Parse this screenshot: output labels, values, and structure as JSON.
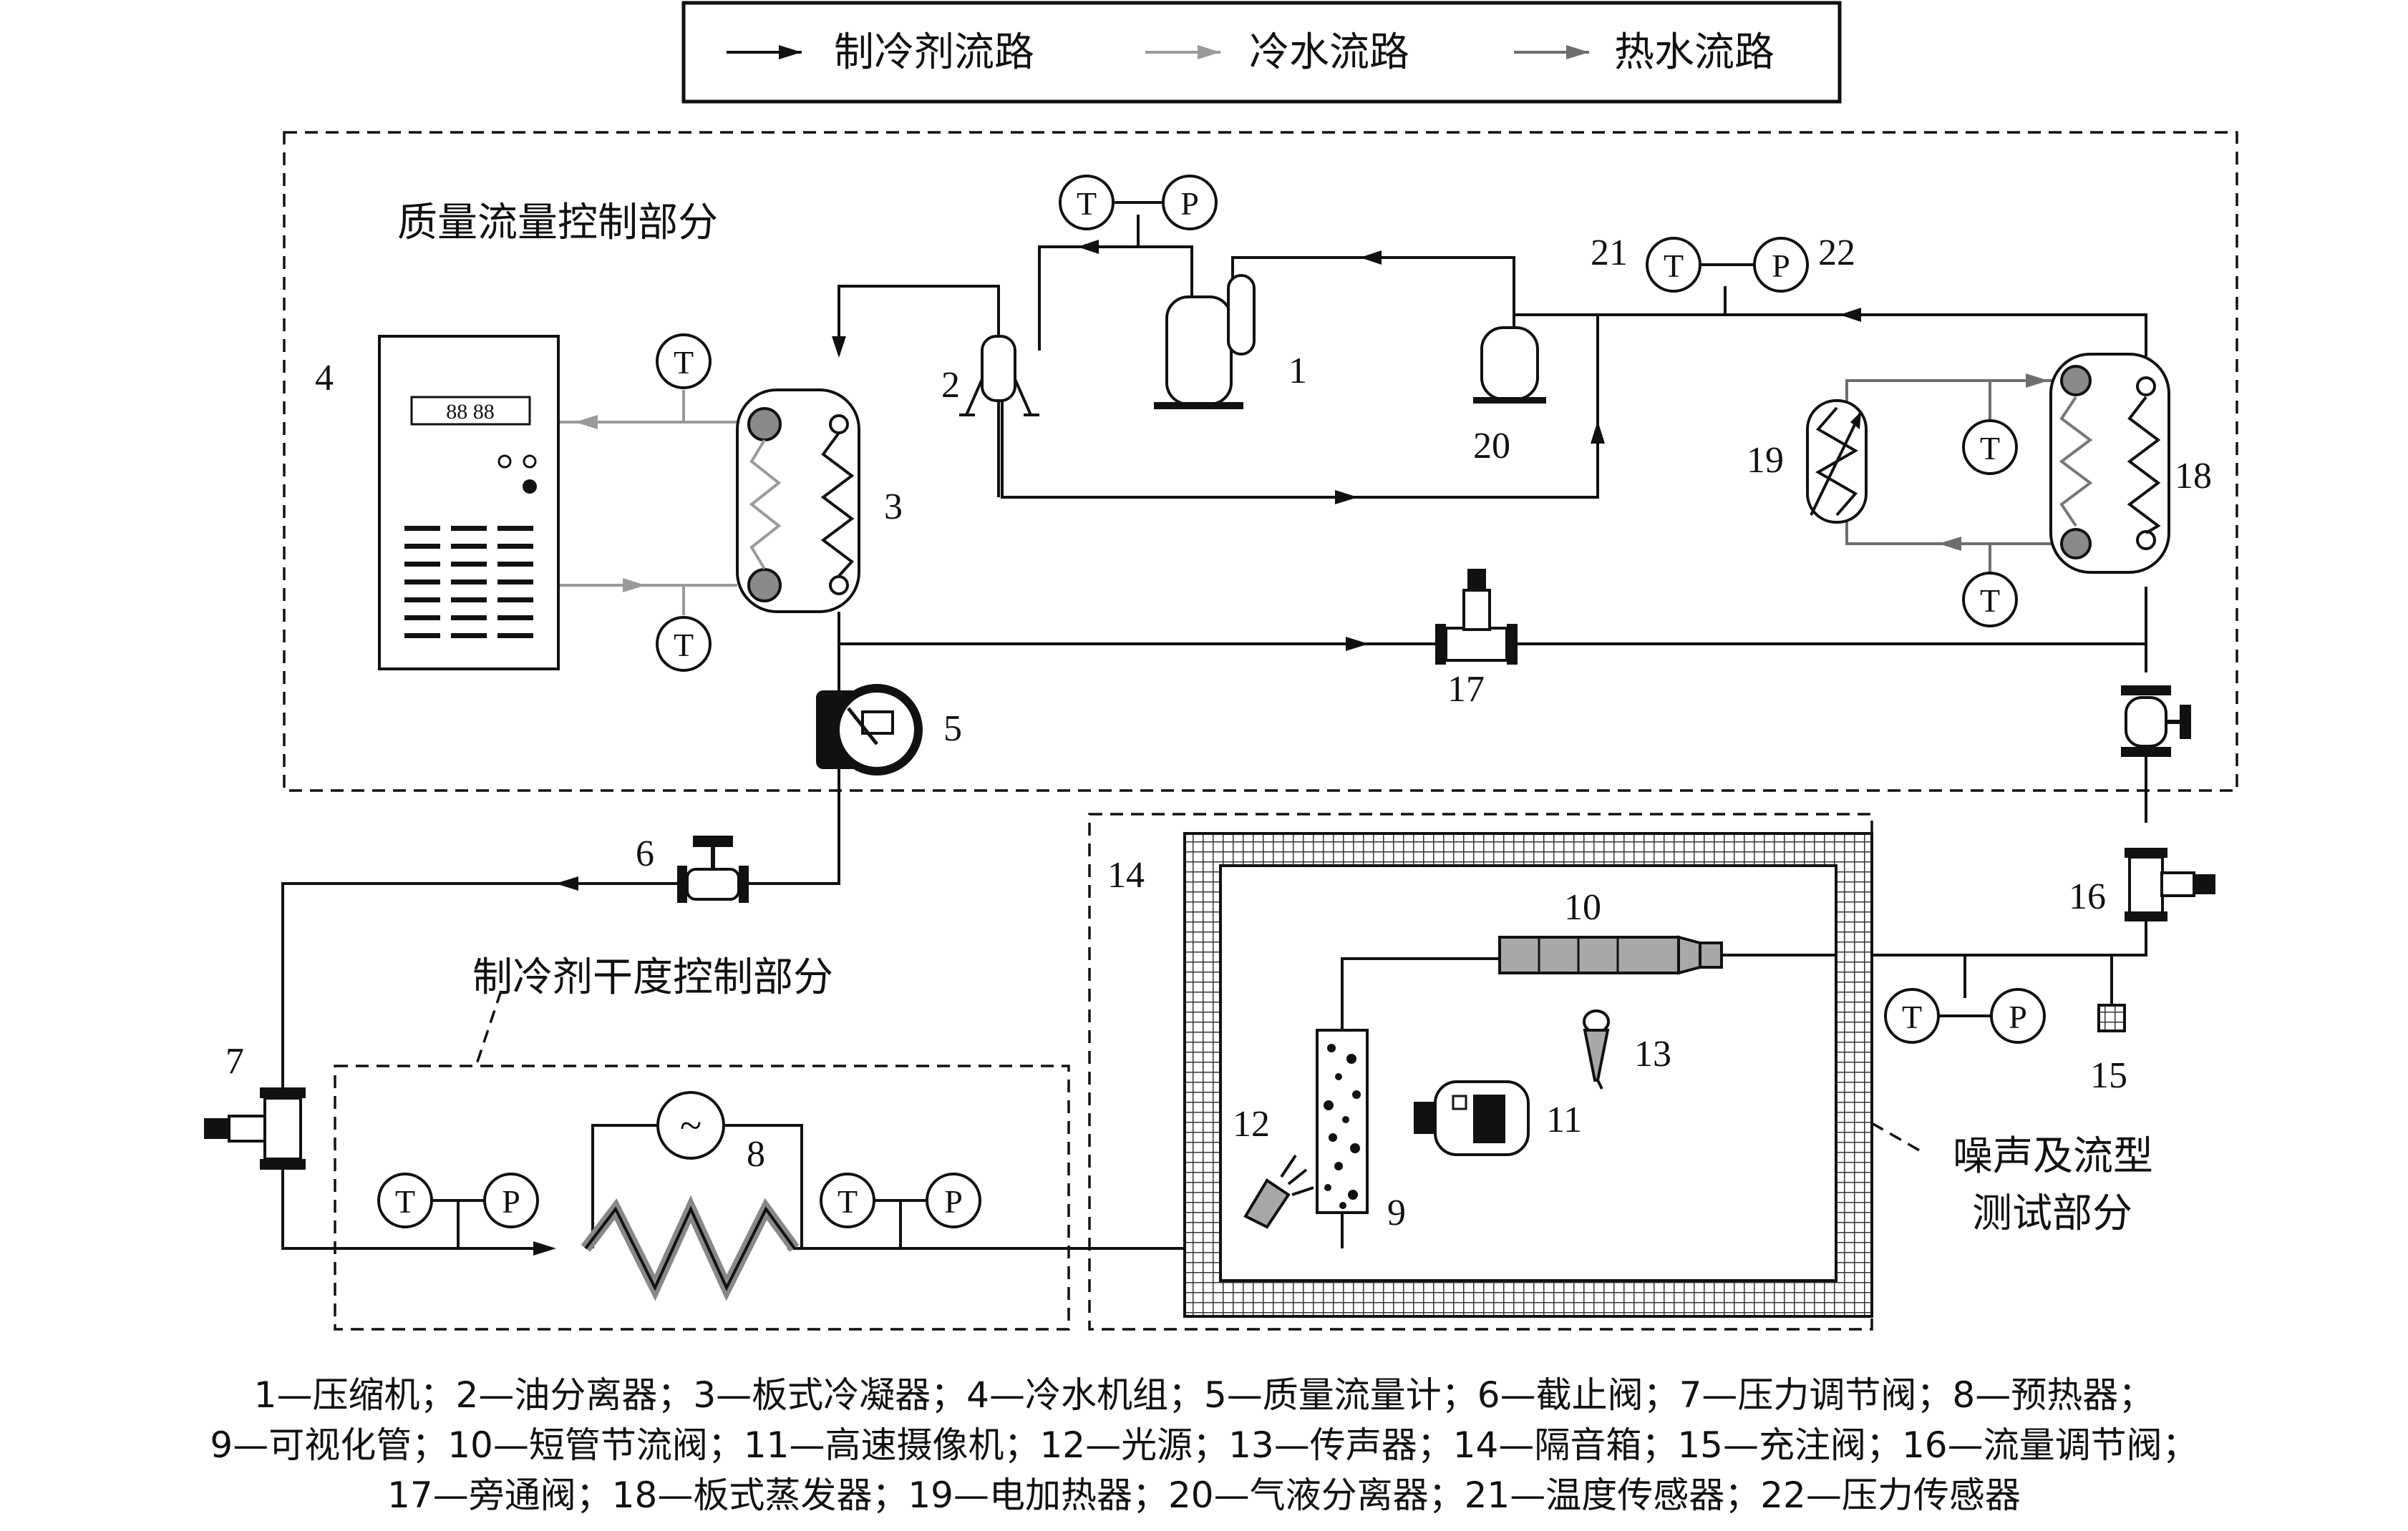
{
  "legend": {
    "refrigerant": "制冷剂流路",
    "cold_water": "冷水流路",
    "hot_water": "热水流路"
  },
  "sections": {
    "mass_flow_control": "质量流量控制部分",
    "quality_control": "制冷剂干度控制部分",
    "noise_test_line1": "噪声及流型",
    "noise_test_line2": "测试部分"
  },
  "sensors": {
    "temperature": "T",
    "pressure": "P"
  },
  "numbers": {
    "n1": "1",
    "n2": "2",
    "n3": "3",
    "n4": "4",
    "n5": "5",
    "n6": "6",
    "n7": "7",
    "n8": "8",
    "n9": "9",
    "n10": "10",
    "n11": "11",
    "n12": "12",
    "n13": "13",
    "n14": "14",
    "n15": "15",
    "n16": "16",
    "n17": "17",
    "n18": "18",
    "n19": "19",
    "n20": "20",
    "n21": "21",
    "n22": "22"
  },
  "chiller_display": "88 88",
  "heater_symbol": "~",
  "caption": {
    "line1": "1—压缩机；2—油分离器；3—板式冷凝器；4—冷水机组；5—质量流量计；6—截止阀；7—压力调节阀；8—预热器；",
    "line2": "9—可视化管；10—短管节流阀；11—高速摄像机；12—光源；13—传声器；14—隔音箱；15—充注阀；16—流量调节阀；",
    "line3": "17—旁通阀；18—板式蒸发器；19—电加热器；20—气液分离器；21—温度传感器；22—压力传感器"
  },
  "colors": {
    "line": "#111111",
    "cold_water": "#9a9a9a",
    "hot_water": "#6e6e6e",
    "mesh": "#333333"
  }
}
